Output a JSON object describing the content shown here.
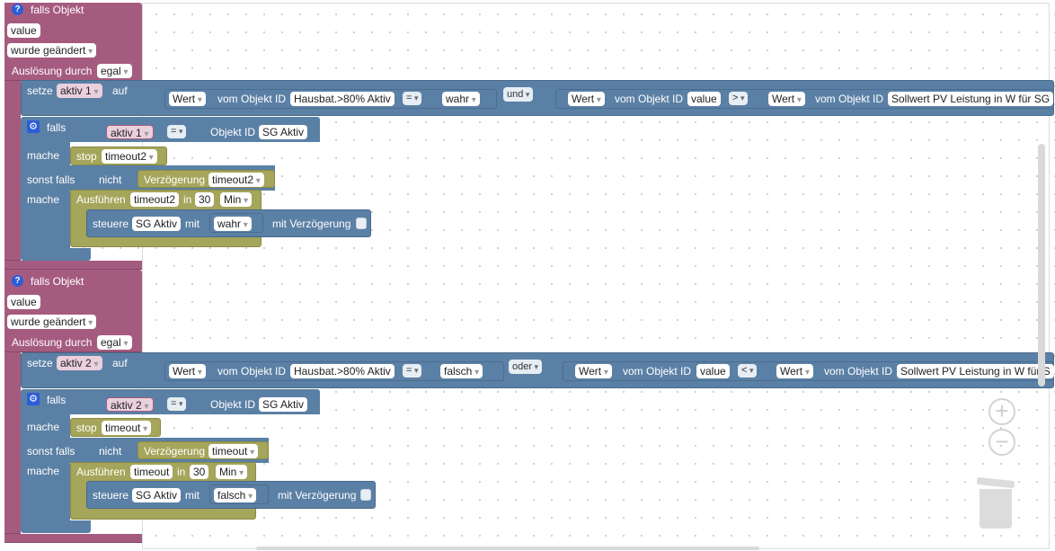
{
  "event_blocks": [
    {
      "header": "falls Objekt",
      "object_value": "value",
      "trigger": "wurde geändert",
      "ack_label": "Auslösung durch",
      "ack_value": "egal",
      "set": {
        "label": "setze",
        "variable": "aktiv 1",
        "to": "auf",
        "left": {
          "wert": "Wert",
          "text": "vom Objekt ID",
          "object": "Hausbat.>80% Aktiv",
          "op": "=",
          "value": "wahr"
        },
        "logic": "und",
        "right": {
          "wert": "Wert",
          "text": "vom Objekt ID",
          "object": "value",
          "op": ">",
          "wert2": "Wert",
          "text2": "vom Objekt ID",
          "object2": "Sollwert PV Leistung in W für SG"
        }
      },
      "if": {
        "falls": "falls",
        "variable": "aktiv 1",
        "op": "=",
        "text": "Objekt ID",
        "object": "SG Aktiv",
        "mache": "mache",
        "stop": "stop",
        "stop_timeout": "timeout2",
        "sonst_falls": "sonst falls",
        "nicht": "nicht",
        "delay": "Verzögerung",
        "delay_timeout": "timeout2",
        "mache2": "mache",
        "exec": "Ausführen",
        "exec_timeout": "timeout2",
        "in": "in",
        "duration": "30",
        "unit": "Min",
        "control": "steuere",
        "control_object": "SG Aktiv",
        "mit": "mit",
        "control_value": "wahr",
        "with_delay": "mit Verzögerung"
      }
    },
    {
      "header": "falls Objekt",
      "object_value": "value",
      "trigger": "wurde geändert",
      "ack_label": "Auslösung durch",
      "ack_value": "egal",
      "set": {
        "label": "setze",
        "variable": "aktiv 2",
        "to": "auf",
        "left": {
          "wert": "Wert",
          "text": "vom Objekt ID",
          "object": "Hausbat.>80% Aktiv",
          "op": "=",
          "value": "falsch"
        },
        "logic": "oder",
        "right": {
          "wert": "Wert",
          "text": "vom Objekt ID",
          "object": "value",
          "op": "<",
          "wert2": "Wert",
          "text2": "vom Objekt ID",
          "object2": "Sollwert PV Leistung in W für S"
        }
      },
      "if": {
        "falls": "falls",
        "variable": "aktiv 2",
        "op": "=",
        "text": "Objekt ID",
        "object": "SG Aktiv",
        "mache": "mache",
        "stop": "stop",
        "stop_timeout": "timeout",
        "sonst_falls": "sonst falls",
        "nicht": "nicht",
        "delay": "Verzögerung",
        "delay_timeout": "timeout",
        "mache2": "mache",
        "exec": "Ausführen",
        "exec_timeout": "timeout",
        "in": "in",
        "duration": "30",
        "unit": "Min",
        "control": "steuere",
        "control_object": "SG Aktiv",
        "mit": "mit",
        "control_value": "falsch",
        "with_delay": "mit Verzögerung"
      }
    }
  ],
  "toolbar": {
    "zoom_in": "+",
    "zoom_out": "−",
    "trash": "trash-icon"
  },
  "colors": {
    "event": "#a55b80",
    "control": "#5b80a5",
    "timer": "#a5a55b",
    "accent": "#2b5dd9"
  }
}
